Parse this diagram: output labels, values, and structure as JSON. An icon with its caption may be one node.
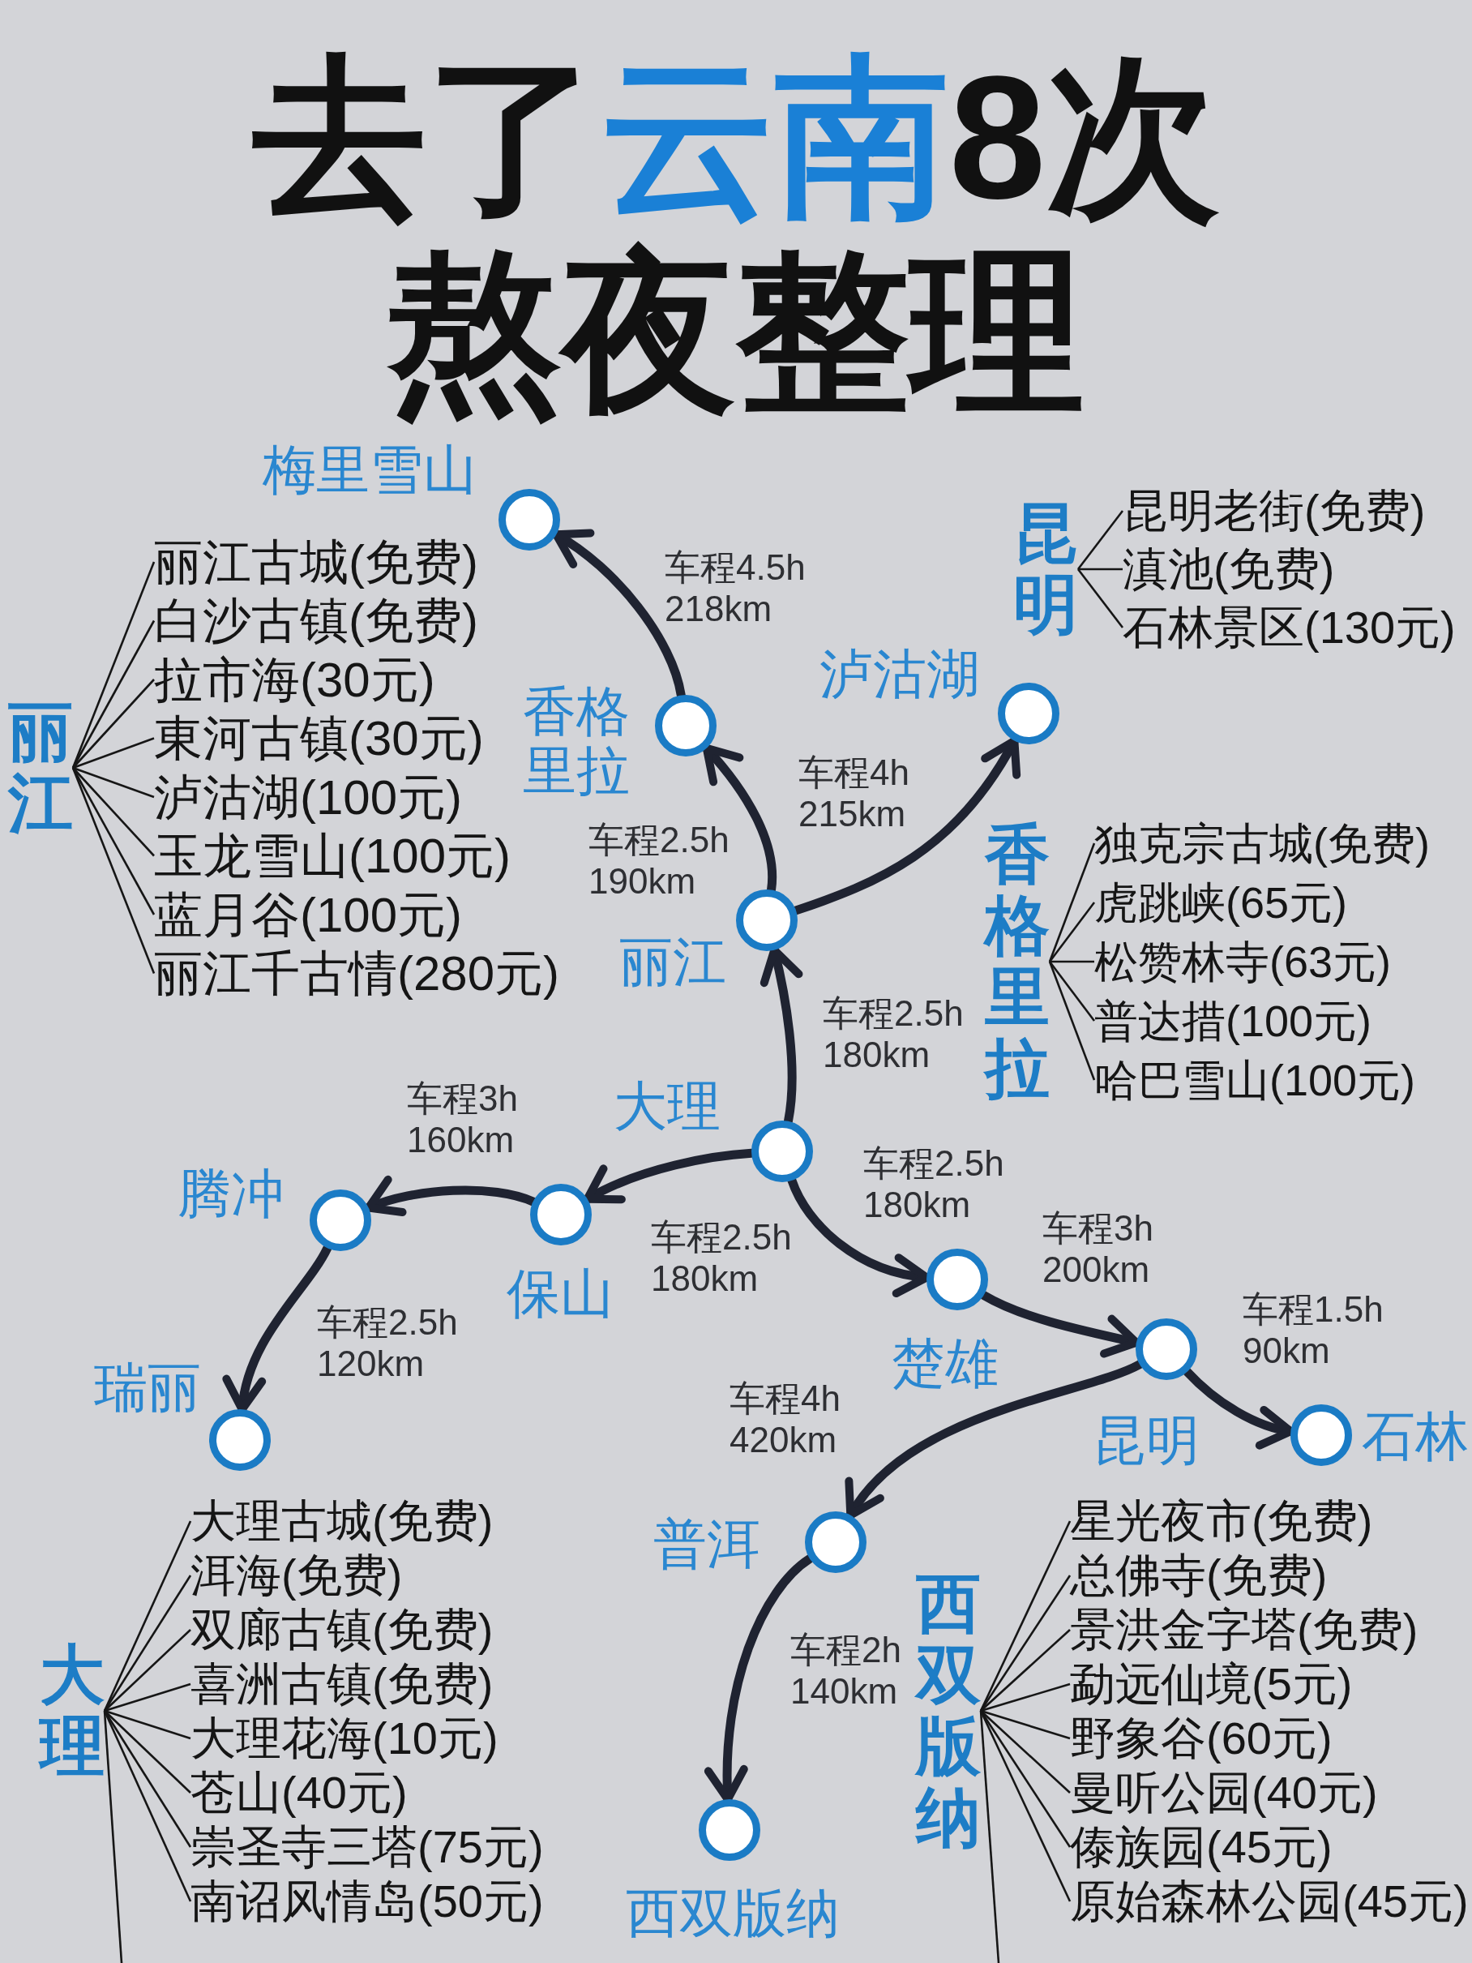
{
  "diagram": {
    "title": "去了**云南**8次熬夜整理",
    "nodes": [
      {
        "text": [],
        "shape": "circle",
        "beside": [
          "梅里雪山"
        ]
      },
      {
        "text": [],
        "shape": "circle",
        "beside": [
          "香格里拉"
        ]
      },
      {
        "text": [],
        "shape": "circle",
        "beside": [
          "泸沽湖"
        ]
      },
      {
        "text": [],
        "shape": "circle",
        "beside": [
          "丽江"
        ]
      },
      {
        "text": [],
        "shape": "circle",
        "beside": [
          "大理"
        ]
      },
      {
        "text": [],
        "shape": "circle",
        "beside": [
          "腾冲"
        ]
      },
      {
        "text": [],
        "shape": "circle",
        "beside": [
          "保山"
        ]
      },
      {
        "text": [],
        "shape": "circle",
        "beside": [
          "楚雄"
        ]
      },
      {
        "text": [],
        "shape": "circle",
        "beside": [
          "昆明"
        ]
      },
      {
        "text": [],
        "shape": "circle",
        "beside": [
          "石林"
        ]
      },
      {
        "text": [],
        "shape": "circle",
        "beside": [
          "瑞丽"
        ]
      },
      {
        "text": [],
        "shape": "circle",
        "beside": [
          "普洱"
        ]
      },
      {
        "text": [],
        "shape": "circle",
        "beside": [
          "西双版纳"
        ]
      },
      {
        "text": [
          "丽江"
        ]
      },
      {
        "text": [
          "丽江古城(免费)"
        ]
      },
      {
        "text": [
          "白沙古镇(免费)"
        ]
      },
      {
        "text": [
          "拉市海(30元)"
        ]
      },
      {
        "text": [
          "東河古镇(30元)"
        ]
      },
      {
        "text": [
          "泸沽湖(100元)"
        ]
      },
      {
        "text": [
          "玉龙雪山(100元)"
        ]
      },
      {
        "text": [
          "蓝月谷(100元)"
        ]
      },
      {
        "text": [
          "丽江千古情(280元)"
        ]
      },
      {
        "text": [
          "昆明"
        ]
      },
      {
        "text": [
          "昆明老街(免费)"
        ]
      },
      {
        "text": [
          "滇池(免费)"
        ]
      },
      {
        "text": [
          "石林景区(130元)"
        ]
      },
      {
        "text": [
          "香格里拉"
        ]
      },
      {
        "text": [
          "独克宗古城(免费)"
        ]
      },
      {
        "text": [
          "虎跳峡(65元)"
        ]
      },
      {
        "text": [
          "松赞林寺(63元)"
        ]
      },
      {
        "text": [
          "普达措(100元)"
        ]
      },
      {
        "text": [
          "哈巴雪山(100元)"
        ]
      },
      {
        "text": [
          "大理"
        ]
      },
      {
        "text": [
          "大理古城(免费)"
        ]
      },
      {
        "text": [
          "洱海(免费)"
        ]
      },
      {
        "text": [
          "双廊古镇(免费)"
        ]
      },
      {
        "text": [
          "喜洲古镇(免费)"
        ]
      },
      {
        "text": [
          "大理花海(10元)"
        ]
      },
      {
        "text": [
          "苍山(40元)"
        ]
      },
      {
        "text": [
          "崇圣寺三塔(75元)"
        ]
      },
      {
        "text": [
          "南诏风情岛(50元)"
        ]
      },
      {
        "text": [
          "西双版纳"
        ]
      },
      {
        "text": [
          "星光夜市(免费)"
        ]
      },
      {
        "text": [
          "总佛寺(免费)"
        ]
      },
      {
        "text": [
          "景洪金字塔(免费)"
        ]
      },
      {
        "text": [
          "勐远仙境(5元)"
        ]
      },
      {
        "text": [
          "野象谷(60元)"
        ]
      },
      {
        "text": [
          "曼听公园(40元)"
        ]
      },
      {
        "text": [
          "傣族园(45元)"
        ]
      },
      {
        "text": [
          "原始森林公园(45元)"
        ]
      }
    ],
    "edges": [
      {
        "from": 3,
        "to": 1,
        "arrow": "to",
        "label": "车程2.5h 190km",
        "style": "thick"
      },
      {
        "from": 1,
        "to": 0,
        "arrow": "to",
        "label": "车程4.5h 218km",
        "style": "thick"
      },
      {
        "from": 3,
        "to": 2,
        "arrow": "to",
        "label": "车程4h 215km",
        "style": "thick"
      },
      {
        "from": 4,
        "to": 3,
        "arrow": "to",
        "label": "车程2.5h 180km",
        "style": "thick"
      },
      {
        "from": 4,
        "to": 6,
        "arrow": "to",
        "label": "车程2.5h 180km",
        "style": "thick"
      },
      {
        "from": 6,
        "to": 5,
        "arrow": "to",
        "label": "车程3h 160km",
        "style": "thick"
      },
      {
        "from": 5,
        "to": 10,
        "arrow": "to",
        "label": "车程2.5h 120km",
        "style": "thick"
      },
      {
        "from": 4,
        "to": 7,
        "arrow": "to",
        "label": "车程2.5h 180km",
        "style": "thick"
      },
      {
        "from": 7,
        "to": 8,
        "arrow": "to",
        "label": "车程3h 200km",
        "style": "thick"
      },
      {
        "from": 8,
        "to": 9,
        "arrow": "to",
        "label": "车程1.5h 90km",
        "style": "thick"
      },
      {
        "from": 8,
        "to": 11,
        "arrow": "to",
        "label": "车程4h 420km",
        "style": "thick"
      },
      {
        "from": 11,
        "to": 12,
        "arrow": "to",
        "label": "车程2h 140km",
        "style": "thick"
      },
      {
        "from": 13,
        "to": 14,
        "arrow": "none"
      },
      {
        "from": 13,
        "to": 15,
        "arrow": "none"
      },
      {
        "from": 13,
        "to": 16,
        "arrow": "none"
      },
      {
        "from": 13,
        "to": 17,
        "arrow": "none"
      },
      {
        "from": 13,
        "to": 18,
        "arrow": "none"
      },
      {
        "from": 13,
        "to": 19,
        "arrow": "none"
      },
      {
        "from": 13,
        "to": 20,
        "arrow": "none"
      },
      {
        "from": 13,
        "to": 21,
        "arrow": "none"
      },
      {
        "from": 22,
        "to": 23,
        "arrow": "none"
      },
      {
        "from": 22,
        "to": 24,
        "arrow": "none"
      },
      {
        "from": 22,
        "to": 25,
        "arrow": "none"
      },
      {
        "from": 26,
        "to": 27,
        "arrow": "none"
      },
      {
        "from": 26,
        "to": 28,
        "arrow": "none"
      },
      {
        "from": 26,
        "to": 29,
        "arrow": "none"
      },
      {
        "from": 26,
        "to": 30,
        "arrow": "none"
      },
      {
        "from": 26,
        "to": 31,
        "arrow": "none"
      },
      {
        "from": 32,
        "to": 33,
        "arrow": "none"
      },
      {
        "from": 32,
        "to": 34,
        "arrow": "none"
      },
      {
        "from": 32,
        "to": 35,
        "arrow": "none"
      },
      {
        "from": 32,
        "to": 36,
        "arrow": "none"
      },
      {
        "from": 32,
        "to": 37,
        "arrow": "none"
      },
      {
        "from": 32,
        "to": 38,
        "arrow": "none"
      },
      {
        "from": 32,
        "to": 39,
        "arrow": "none"
      },
      {
        "from": 32,
        "to": 40,
        "arrow": "none"
      },
      {
        "from": 32,
        "to": null,
        "arrow": "none"
      },
      {
        "from": 41,
        "to": 42,
        "arrow": "none"
      },
      {
        "from": 41,
        "to": 43,
        "arrow": "none"
      },
      {
        "from": 41,
        "to": 44,
        "arrow": "none"
      },
      {
        "from": 41,
        "to": 45,
        "arrow": "none"
      },
      {
        "from": 41,
        "to": 46,
        "arrow": "none"
      },
      {
        "from": 41,
        "to": 47,
        "arrow": "none"
      },
      {
        "from": 41,
        "to": 48,
        "arrow": "none"
      },
      {
        "from": 41,
        "to": 49,
        "arrow": "none"
      },
      {
        "from": 41,
        "to": null,
        "arrow": "none"
      }
    ]
  }
}
